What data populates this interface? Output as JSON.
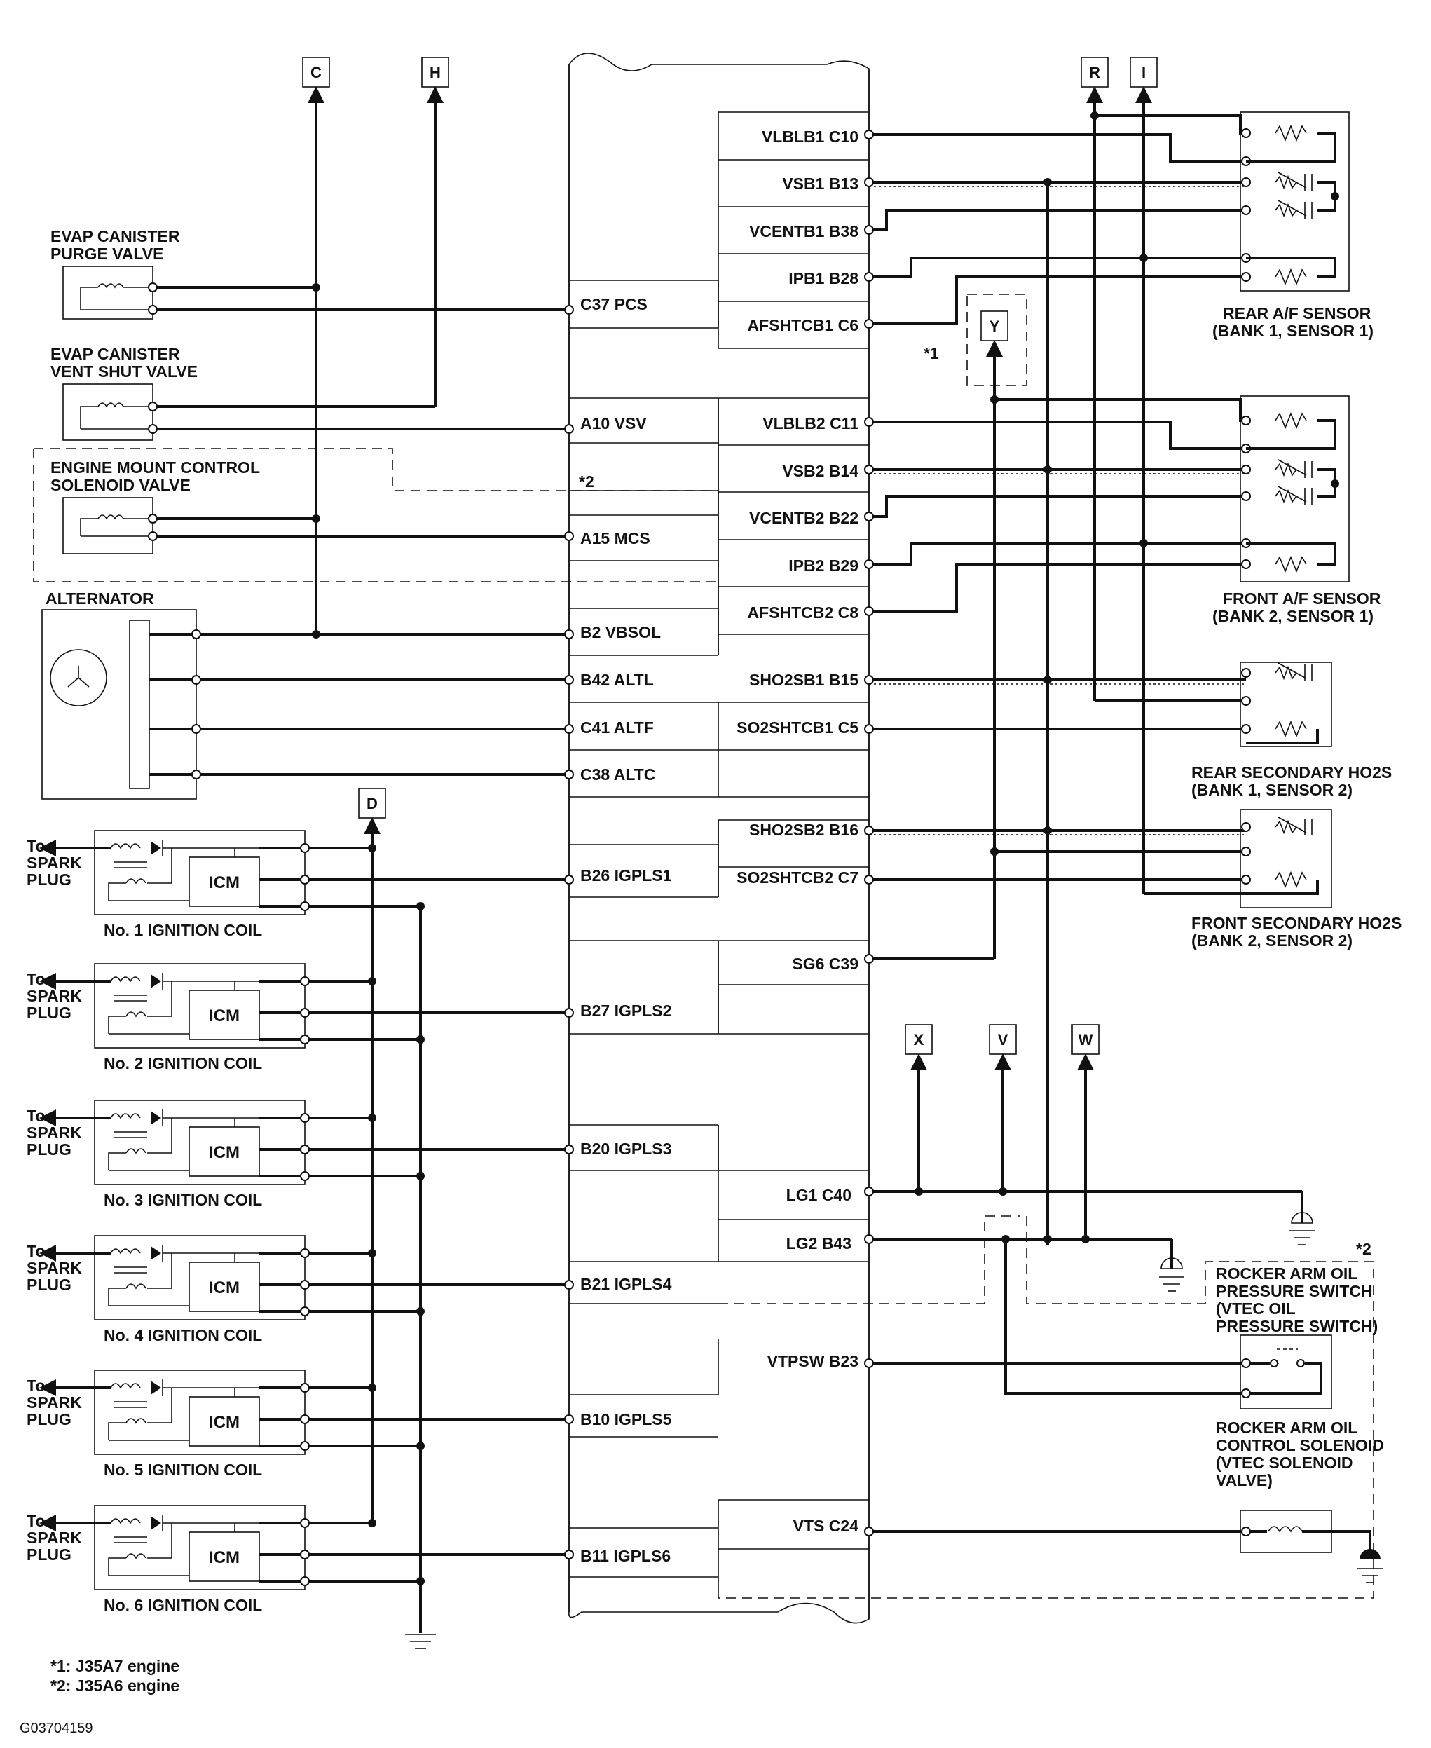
{
  "diagram": {
    "code": "G03704159",
    "notes": [
      "*1: J35A7 engine",
      "*2: J35A6 engine"
    ],
    "connectors_top": [
      "C",
      "H",
      "R",
      "I"
    ],
    "connectors_mid": [
      "D",
      "Y",
      "X",
      "V",
      "W"
    ],
    "markers": {
      "star1": "*1",
      "star2": "*2"
    },
    "left_components": {
      "purge": [
        "EVAP CANISTER",
        "PURGE VALVE"
      ],
      "vent": [
        "EVAP CANISTER",
        "VENT SHUT VALVE"
      ],
      "mount": [
        "ENGINE MOUNT CONTROL",
        "SOLENOID VALVE"
      ],
      "alternator": "ALTERNATOR",
      "icm": "ICM",
      "to_spark": [
        "To",
        "SPARK",
        "PLUG"
      ],
      "coils": [
        "No. 1 IGNITION COIL",
        "No. 2 IGNITION COIL",
        "No. 3 IGNITION COIL",
        "No. 4 IGNITION COIL",
        "No. 5 IGNITION COIL",
        "No. 6 IGNITION COIL"
      ]
    },
    "left_pins": [
      "C37 PCS",
      "A10 VSV",
      "A15 MCS",
      "B2 VBSOL",
      "B42 ALTL",
      "C41 ALTF",
      "C38 ALTC",
      "B26 IGPLS1",
      "B27 IGPLS2",
      "B20 IGPLS3",
      "B21 IGPLS4",
      "B10 IGPLS5",
      "B11 IGPLS6"
    ],
    "right_pins": [
      "VLBLB1 C10",
      "VSB1 B13",
      "VCENTB1 B38",
      "IPB1 B28",
      "AFSHTCB1 C6",
      "VLBLB2 C11",
      "VSB2 B14",
      "VCENTB2 B22",
      "IPB2 B29",
      "AFSHTCB2 C8",
      "SHO2SB1 B15",
      "SO2SHTCB1 C5",
      "SHO2SB2 B16",
      "SO2SHTCB2 C7",
      "SG6 C39",
      "LG1 C40",
      "LG2 B43",
      "VTPSW B23",
      "VTS C24"
    ],
    "right_components": {
      "rear_af": [
        "REAR A/F SENSOR",
        "(BANK 1, SENSOR 1)"
      ],
      "front_af": [
        "FRONT A/F SENSOR",
        "(BANK 2, SENSOR 1)"
      ],
      "rear_ho2s": [
        "REAR SECONDARY HO2S",
        "(BANK 1, SENSOR 2)"
      ],
      "front_ho2s": [
        "FRONT SECONDARY HO2S",
        "(BANK 2, SENSOR 2)"
      ],
      "rocker_switch": [
        "ROCKER ARM OIL",
        "PRESSURE SWITCH",
        "(VTEC OIL",
        "PRESSURE SWITCH)"
      ],
      "rocker_solenoid": [
        "ROCKER ARM OIL",
        "CONTROL SOLENOID",
        "(VTEC SOLENOID",
        "VALVE)"
      ]
    }
  }
}
